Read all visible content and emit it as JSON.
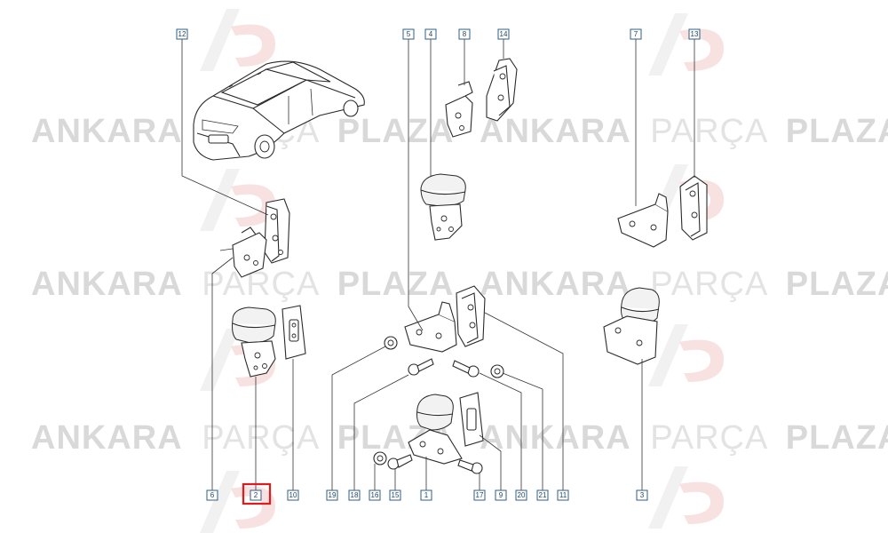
{
  "watermark": {
    "brand_bold_1": "ANKARA",
    "brand_light": "PARÇA",
    "brand_bold_2": "PLAZA",
    "logo_icon": "ap-logo-icon",
    "colors": {
      "logo_red": "#f3c9c9",
      "logo_grey": "#e6e6e6",
      "text": "#d9d9d9"
    }
  },
  "callouts": {
    "c1": "1",
    "c2": "2",
    "c3": "3",
    "c4": "4",
    "c5": "5",
    "c6": "6",
    "c7": "7",
    "c8": "8",
    "c9": "9",
    "c10": "10",
    "c11": "11",
    "c12": "12",
    "c13": "13",
    "c14": "14",
    "c15": "15",
    "c16": "16",
    "c17": "17",
    "c18": "18",
    "c19": "19",
    "c20": "20",
    "c21": "21"
  },
  "highlighted_callout": "2",
  "colors": {
    "callout_border": "#2e5f86",
    "highlight": "#e01b1b"
  }
}
